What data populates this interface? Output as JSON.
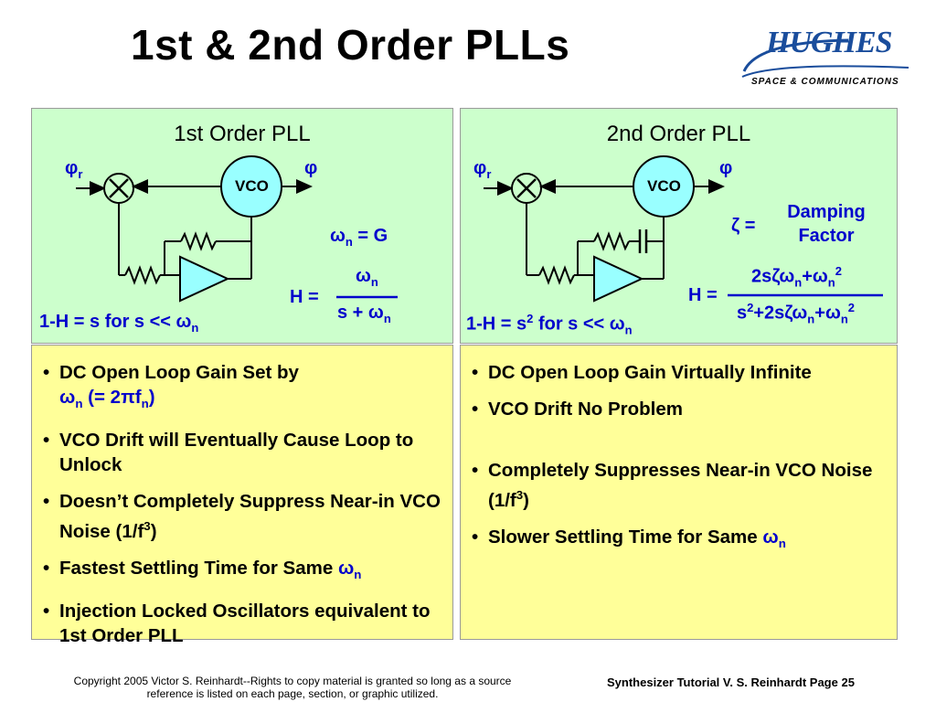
{
  "slide_title": "1st & 2nd Order PLLs",
  "logo": {
    "word": "HUGHES",
    "tagline": "SPACE & COMMUNICATIONS"
  },
  "left": {
    "title": "1st Order PLL",
    "vco": "VCO",
    "in_sym": "φ",
    "in_sub": "r",
    "out_sym": "φ",
    "omega_eq": {
      "sym": "ω",
      "sub": "n",
      "rest": " = G"
    },
    "h_label": "H =",
    "h_num": {
      "sym": "ω",
      "sub": "n"
    },
    "h_den": {
      "pre": "s + ",
      "sym": "ω",
      "sub": "n"
    },
    "one_minus_h": {
      "pre": "1-H = s for s << ",
      "sym": "ω",
      "sub": "n"
    },
    "bullets": [
      {
        "a": "DC Open Loop Gain Set by",
        "b1": "ω",
        "b2": "n",
        "b3": " (= 2",
        "b4": "π",
        "b5": "f",
        "b6": "n",
        "b7": ")"
      },
      {
        "a": "VCO Drift will Eventually Cause Loop to Unlock"
      },
      {
        "a": "Doesn’t Completely Suppress Near-in VCO Noise (1/f",
        "sup": "3",
        "end": ")"
      },
      {
        "a": "Fastest Settling Time for Same ",
        "sym": "ω",
        "sub": "n"
      },
      {
        "a": "Injection Locked Oscillators equivalent to 1st Order PLL"
      }
    ]
  },
  "right": {
    "title": "2nd Order PLL",
    "vco": "VCO",
    "in_sym": "φ",
    "in_sub": "r",
    "out_sym": "φ",
    "zeta_label": "ζ =",
    "damping_line1": "Damping",
    "damping_line2": "Factor",
    "h_label": "H =",
    "h_num": {
      "a": "2s",
      "z": "ζ",
      "w": "ω",
      "n1": "n",
      "plus": "+",
      "w2": "ω",
      "n2": "n",
      "sq": "2"
    },
    "h_den": {
      "a": "s",
      "sq1": "2",
      "b": "+2s",
      "z": "ζ",
      "w": "ω",
      "n1": "n",
      "plus": "+",
      "w2": "ω",
      "n2": "n",
      "sq2": "2"
    },
    "one_minus_h": {
      "pre": "1-H = s",
      "sq": "2",
      "mid": " for s << ",
      "sym": "ω",
      "sub": "n"
    },
    "bullets": [
      {
        "a": "DC Open Loop Gain Virtually Infinite"
      },
      {
        "a": "VCO Drift No Problem"
      },
      {
        "a": "Completely Suppresses Near-in VCO Noise (1/f",
        "sup": "3",
        "end": ")"
      },
      {
        "a": "Slower Settling Time for Same ",
        "sym": "ω",
        "sub": "n"
      }
    ]
  },
  "footer": {
    "copyright_line1": "Copyright 2005 Victor S. Reinhardt--Rights to copy material is granted so long as a source",
    "copyright_line2": "reference is listed on each page, section, or graphic utilized.",
    "page_label": "Synthesizer Tutorial V. S. Reinhardt Page 25"
  },
  "colors": {
    "green_panel": "#ccffcc",
    "yellow_panel": "#ffff99",
    "vco_fill": "#99ffff",
    "amp_fill": "#99ffff",
    "accent_blue": "#0000cc",
    "logo_blue": "#1a4d9c"
  }
}
